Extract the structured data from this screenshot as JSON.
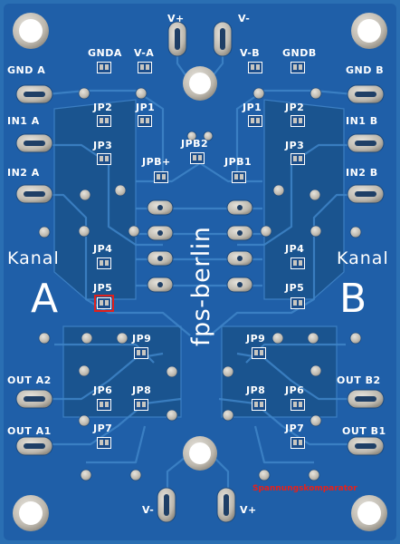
{
  "board": {
    "brand_vertical": "fps-berlin",
    "product_label": "Spannungskomparator",
    "colors": {
      "pcb": "#1f5fa8",
      "silk": "#ffffff",
      "copper": "#c9c5bd",
      "highlight": "#e0201c",
      "brand_text": "#e8201a"
    }
  },
  "top": {
    "v_plus": "V+",
    "v_minus": "V-"
  },
  "bottom": {
    "v_minus": "V-",
    "v_plus": "V+"
  },
  "left": {
    "gnd_a": "GND A",
    "in1_a": "IN1 A",
    "in2_a": "IN2 A",
    "kanal": "Kanal",
    "channel_letter": "A",
    "out_a2": "OUT A2",
    "out_a1": "OUT A1",
    "gnda": "GNDA",
    "v_a": "V-A"
  },
  "right": {
    "gnd_b": "GND B",
    "in1_b": "IN1 B",
    "in2_b": "IN2 B",
    "kanal": "Kanal",
    "channel_letter": "B",
    "out_b2": "OUT B2",
    "out_b1": "OUT B1",
    "v_b": "V-B",
    "gndb": "GNDB"
  },
  "jumpers_left": [
    "JP2",
    "JP1",
    "JP3",
    "JP4",
    "JP5",
    "JP9",
    "JP6",
    "JP8",
    "JP7"
  ],
  "jumpers_right": [
    "JP1",
    "JP2",
    "JP3",
    "JP4",
    "JP5",
    "JP9",
    "JP8",
    "JP6",
    "JP7"
  ],
  "jumpers_center": {
    "jpb2": "JPB2",
    "jpb_plus": "JPB+",
    "jpb1": "JPB1"
  },
  "selected_jumper": "JP5"
}
